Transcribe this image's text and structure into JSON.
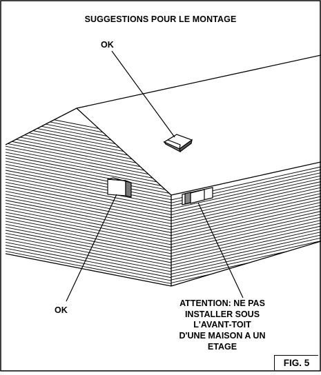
{
  "title": "SUGGESTIONS POUR LE MONTAGE",
  "label_ok_roof": "OK",
  "label_ok_wall": "OK",
  "warning": {
    "line1": "ATTENTION: NE PAS",
    "line2": "INSTALLER SOUS",
    "line3": "L'AVANT-TOIT",
    "line4": "D'UNE MAISON A UN",
    "line5": "ETAGE"
  },
  "figure_label": "FIG. 5",
  "colors": {
    "ink": "#000000",
    "background": "#ffffff"
  }
}
